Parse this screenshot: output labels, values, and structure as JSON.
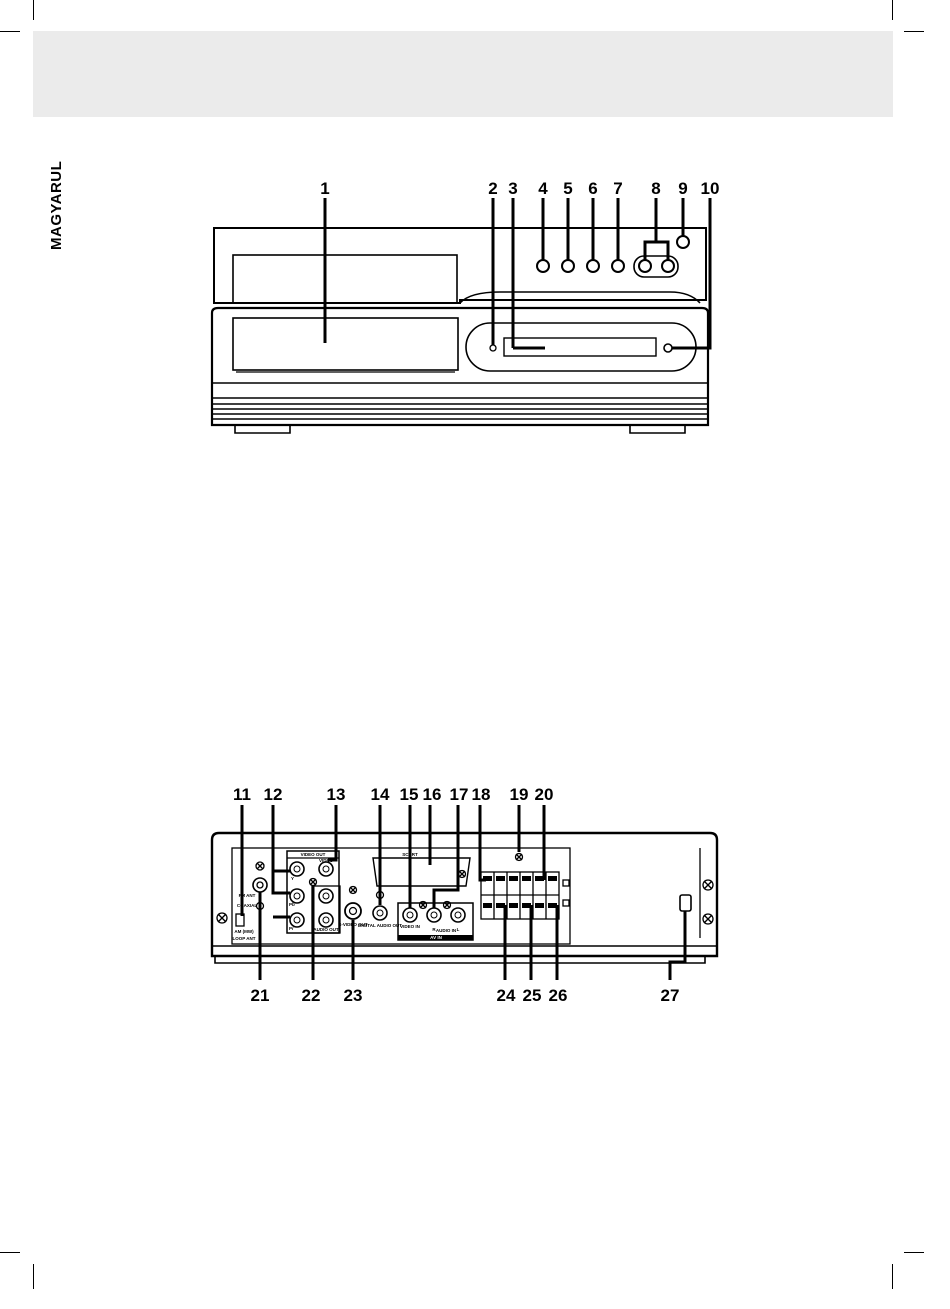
{
  "page": {
    "side_label": "MAGYARUL"
  },
  "front_panel": {
    "callouts": [
      {
        "id": "1",
        "label": "1"
      },
      {
        "id": "2",
        "label": "2"
      },
      {
        "id": "3",
        "label": "3"
      },
      {
        "id": "4",
        "label": "4"
      },
      {
        "id": "5",
        "label": "5"
      },
      {
        "id": "6",
        "label": "6"
      },
      {
        "id": "7",
        "label": "7"
      },
      {
        "id": "8",
        "label": "8"
      },
      {
        "id": "9",
        "label": "9"
      },
      {
        "id": "10",
        "label": "10"
      }
    ]
  },
  "rear_panel": {
    "callouts_top": [
      "11",
      "12",
      "13",
      "14",
      "15",
      "16",
      "17",
      "18",
      "19",
      "20"
    ],
    "callouts_bottom": [
      "21",
      "22",
      "23",
      "24",
      "25",
      "26",
      "27"
    ],
    "jack_labels": {
      "video_out": "VIDEO OUT",
      "video": "VIDEO",
      "scart": "SCART",
      "fm_ant": "FM ANT",
      "coaxial": "COAXIAL",
      "am_loop": "AM (MW)",
      "loop_ant": "LOOP ANT",
      "y": "Y",
      "pb": "Pb",
      "pr": "Pr",
      "audio_out": "AUDIO OUT",
      "s_video_out": "S-VIDEO OUT",
      "digital_audio_out": "DIGITAL AUDIO OUT",
      "video_in": "VIDEO IN",
      "audio_in": "AUDIO IN",
      "av_in": "AV IN",
      "r": "R",
      "l": "L"
    }
  }
}
